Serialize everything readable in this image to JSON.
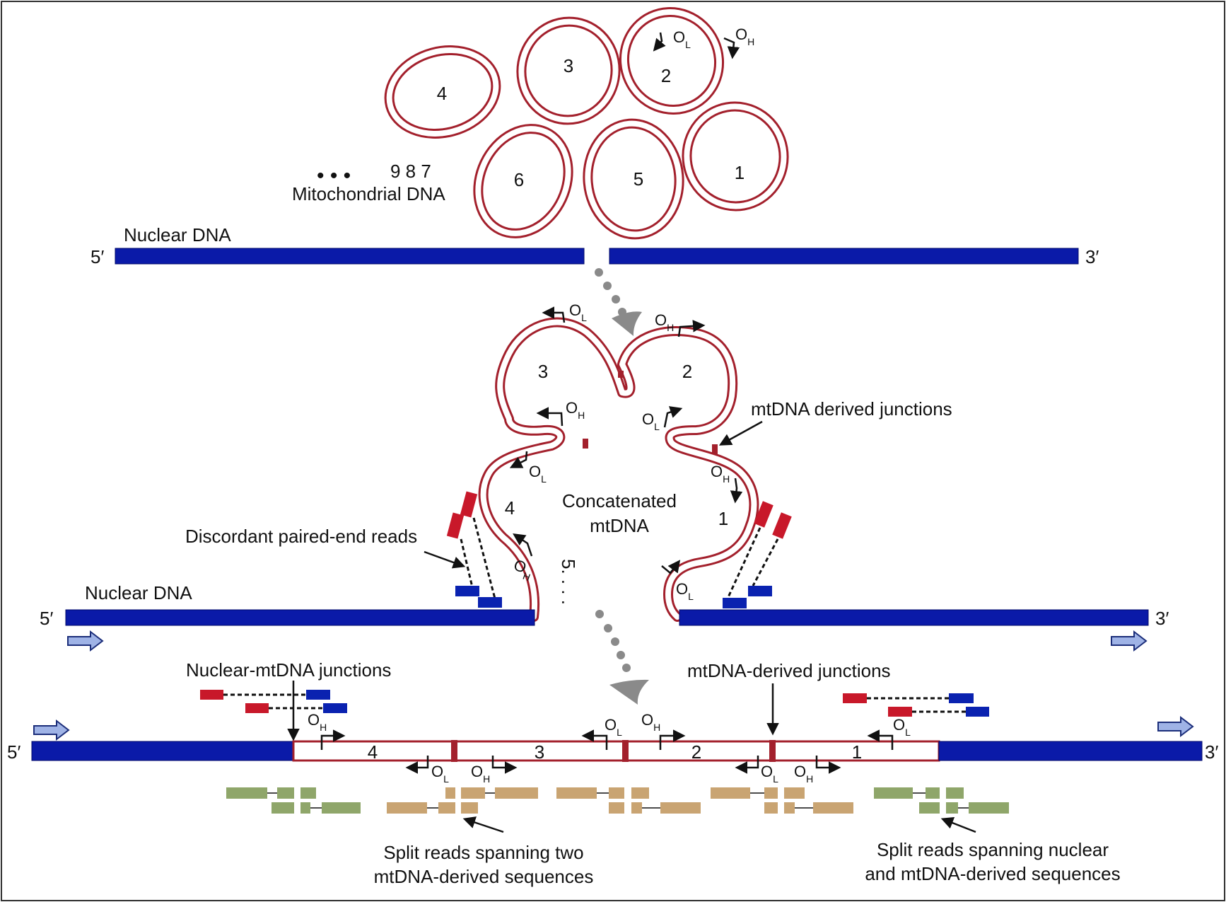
{
  "colors": {
    "nuclear": "#0a1aa8",
    "mtdna": "#a3202c",
    "read_red": "#c8182a",
    "read_blue": "#0a22b0",
    "split_green": "#8fa66a",
    "split_tan": "#c9a472",
    "dot_gray": "#8a8a8a",
    "arrow_hl": "#9fb3e6"
  },
  "top": {
    "circles": [
      "4",
      "3",
      "2",
      "6",
      "5",
      "1"
    ],
    "more_dots": "• • •",
    "more_numbers": "9  8  7",
    "mito_label": "Mitochondrial DNA",
    "nuclear_label": "Nuclear DNA",
    "five_prime": "5′",
    "three_prime": "3′",
    "origin_L": "O",
    "origin_L_sub": "L",
    "origin_H": "O",
    "origin_H_sub": "H"
  },
  "middle": {
    "segments": [
      "3",
      "2",
      "4",
      "1"
    ],
    "segment_5": "5. . . .",
    "concat_line1": "Concatenated",
    "concat_line2": "mtDNA",
    "mt_junction_label": "mtDNA derived junctions",
    "discordant_label": "Discordant paired-end reads",
    "nuclear_label": "Nuclear DNA",
    "five_prime": "5′",
    "three_prime": "3′"
  },
  "bottom": {
    "segments": [
      "4",
      "3",
      "2",
      "1"
    ],
    "nuc_mt_label": "Nuclear-mtDNA junctions",
    "mt_derived_label": "mtDNA-derived junctions",
    "split_two_line1": "Split reads spanning two",
    "split_two_line2": "mtDNA-derived sequences",
    "split_nuc_line1": "Split reads spanning nuclear",
    "split_nuc_line2": "and mtDNA-derived sequences",
    "five_prime": "5′",
    "three_prime": "3′"
  }
}
